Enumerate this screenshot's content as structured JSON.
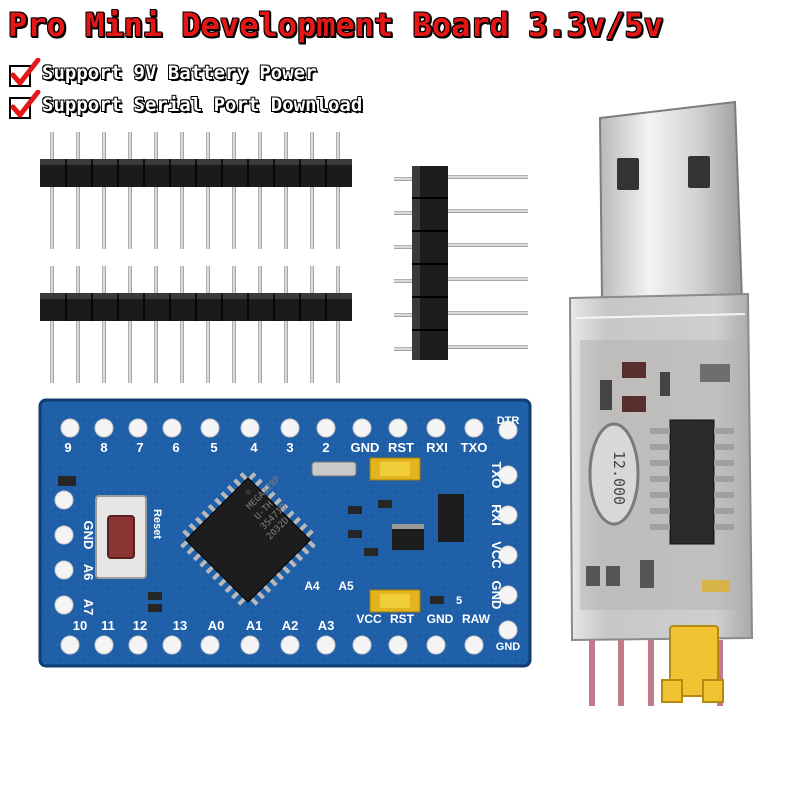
{
  "title": "Pro Mini Development Board 3.3v/5v",
  "features": [
    {
      "icon": "checkmark-icon",
      "text": "Support 9V Battery Power"
    },
    {
      "icon": "checkmark-icon",
      "text": "Support Serial Port Download"
    }
  ],
  "colors": {
    "title": "#e41616",
    "pcb": "#1f5fa8",
    "check": "#e41616",
    "jumper": "#f1c232"
  },
  "board": {
    "top_pins": [
      "9",
      "8",
      "7",
      "6",
      "5",
      "4",
      "3",
      "2",
      "GND",
      "RST",
      "RXI",
      "TXO"
    ],
    "dtr": "DTR",
    "bottom_pins": [
      "10",
      "11",
      "12",
      "13",
      "A0",
      "A1",
      "A2",
      "A3",
      "VCC",
      "RST",
      "GND",
      "RAW"
    ],
    "right_pins": [
      "TXO",
      "RXI",
      "VCC",
      "GND"
    ],
    "gnd": "GND",
    "left_pins": [
      "GND",
      "A6",
      "A7"
    ],
    "reset": "Reset",
    "a4": "A4",
    "a5": "A5",
    "cap_ref": "5",
    "chip_lines": [
      "MEGA328P",
      "U-TH",
      "35471Q",
      "2032D"
    ]
  },
  "usb_adapter": {
    "crystal": "12.000"
  }
}
